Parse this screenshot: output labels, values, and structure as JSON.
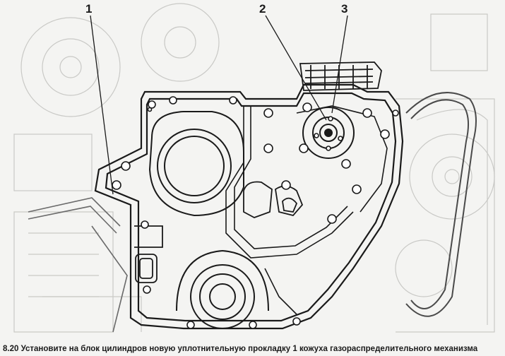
{
  "figure": {
    "callouts": [
      "1",
      "2",
      "3"
    ],
    "caption": "8.20 Установите на блок цилиндров новую уплотнительную прокладку 1 кожуха газораспределительного механизма"
  },
  "colors": {
    "background": "#f4f4f2",
    "ink": "#1a1a1a",
    "ghost": "#c9c9c6"
  }
}
